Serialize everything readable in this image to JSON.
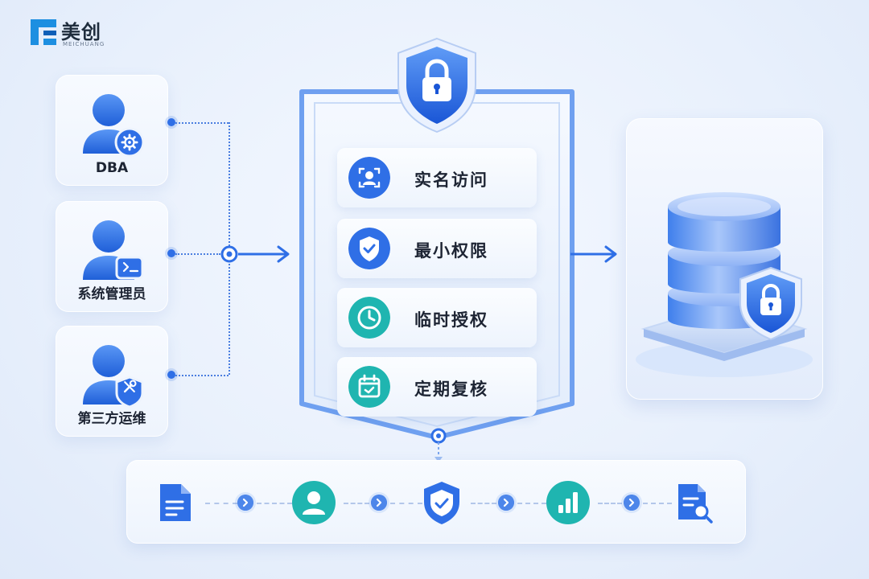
{
  "logo": {
    "name": "美创",
    "sub": "MEICHUANG"
  },
  "roles": [
    {
      "label": "DBA",
      "badge": "gear-icon"
    },
    {
      "label": "系统管理员",
      "badge": "terminal-icon"
    },
    {
      "label": "第三方运维",
      "badge": "wrench-icon"
    }
  ],
  "policies": [
    {
      "label": "实名访问",
      "icon": "face-id-icon",
      "color": "#2f6fe6"
    },
    {
      "label": "最小权限",
      "icon": "shield-check-icon",
      "color": "#2f6fe6"
    },
    {
      "label": "临时授权",
      "icon": "clock-icon",
      "color": "#1fb5b0"
    },
    {
      "label": "定期复核",
      "icon": "calendar-check-icon",
      "color": "#1fb5b0"
    }
  ],
  "flow_steps": [
    {
      "icon": "document-icon"
    },
    {
      "icon": "user-icon"
    },
    {
      "icon": "shield-check-icon"
    },
    {
      "icon": "bar-chart-icon"
    },
    {
      "icon": "report-search-icon"
    }
  ],
  "colors": {
    "accent": "#2f6fe6",
    "teal": "#1fb5b0",
    "panel": "#eef4fd"
  }
}
